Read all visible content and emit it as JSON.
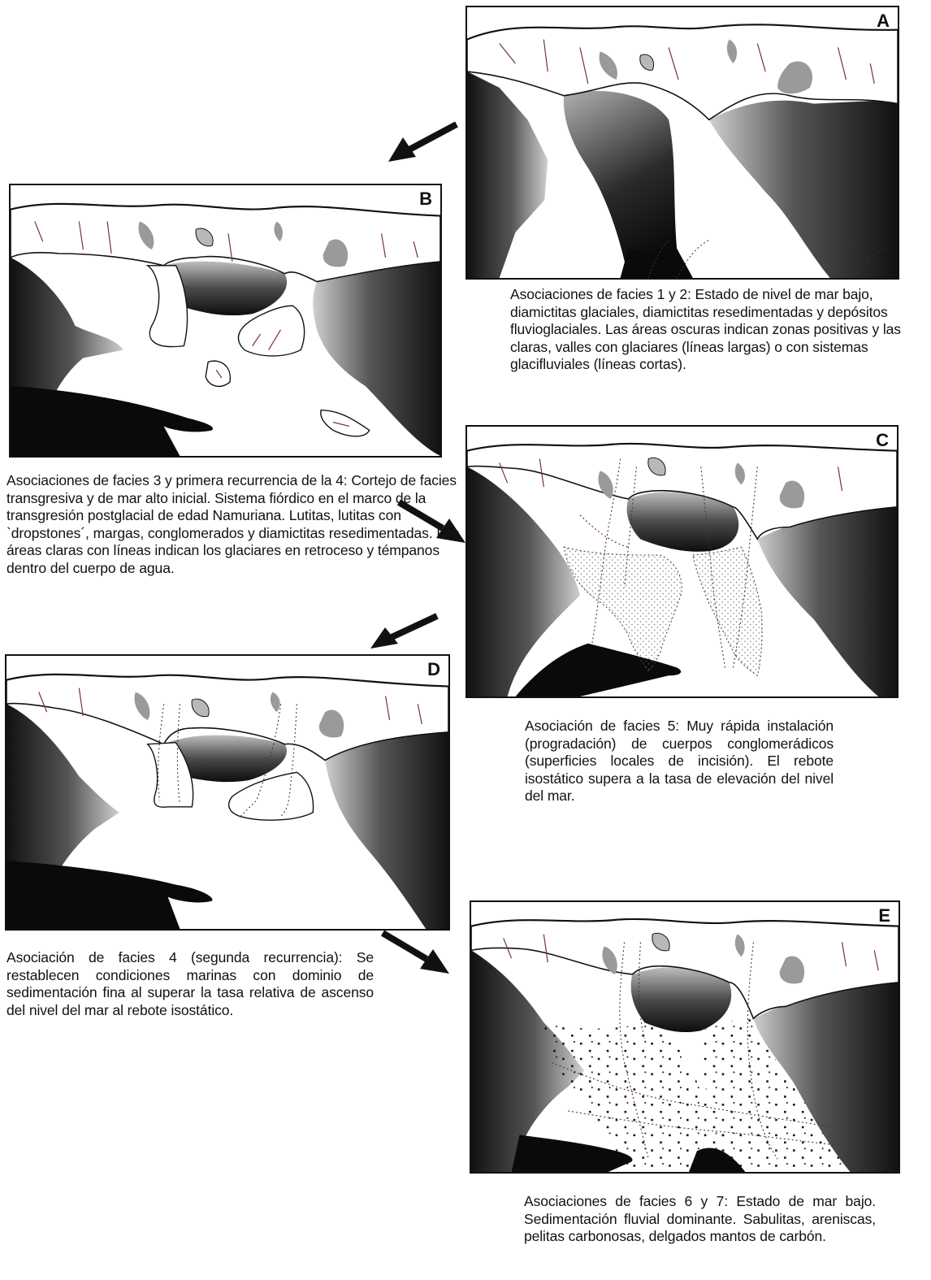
{
  "panels": {
    "a": {
      "label": "A",
      "caption": "Asociaciones de facies 1 y 2: Estado de nivel de mar bajo, diamictitas glaciales, diamictitas resedimentadas y depósitos fluvioglaciales. Las áreas oscuras indican zonas positivas y las claras, valles con glaciares (líneas largas) o con sistemas glacifluviales (líneas cortas)."
    },
    "b": {
      "label": "B",
      "caption": "Asociaciones de facies 3 y primera recurrencia de la 4: Cortejo de facies transgresiva y de mar alto inicial. Sistema fiórdico en el marco de la transgresión postglacial de edad Namuriana. Lutitas, lutitas con `dropstones´, margas, conglomerados y diamictitas resedimentadas. Las áreas claras con líneas indican los glaciares en retroceso y témpanos dentro del cuerpo de agua."
    },
    "c": {
      "label": "C",
      "caption": "Asociación de facies 5: Muy rápida instalación (progradación) de cuerpos conglomerádicos (superficies locales de incisión). El rebote isostático supera a la tasa de elevación del nivel del mar."
    },
    "d": {
      "label": "D",
      "caption": "Asociación de facies 4 (segunda recurrencia): Se restablecen condiciones marinas con dominio de sedimentación fina al superar la tasa relativa de ascenso del nivel del mar al rebote isostático."
    },
    "e": {
      "label": "E",
      "caption": "Asociaciones de facies 6 y 7: Estado de mar bajo. Sedimentación fluvial dominante. Sabulitas, areniscas, pelitas carbonosas, delgados mantos de carbón."
    }
  },
  "colors": {
    "ink": "#111111",
    "glacier": "#9a9a9a",
    "dark_land": "#1a1a1a"
  }
}
